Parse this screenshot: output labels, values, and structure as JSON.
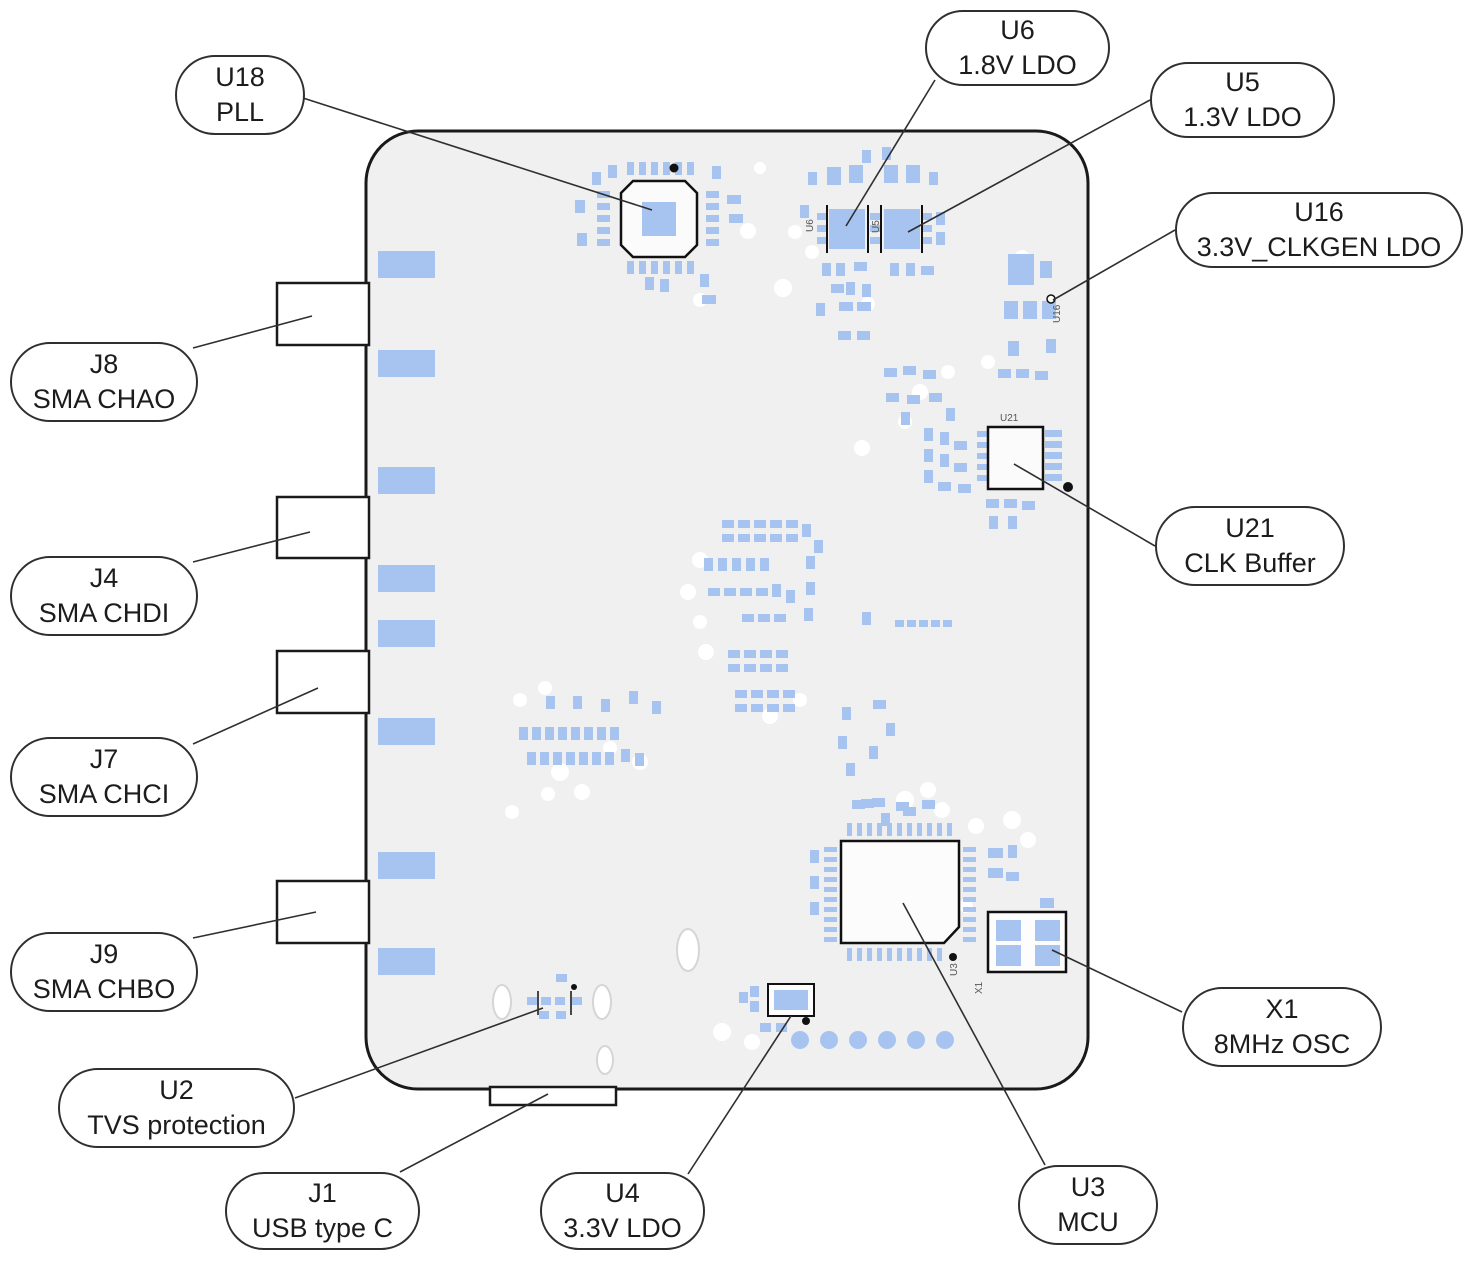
{
  "figure": {
    "type": "annotated-pcb-component-diagram"
  },
  "colors": {
    "board_fill": "#f0f0f1",
    "outline": "#1a1a1a",
    "pad_blue": "#a6c4ef",
    "callout_border": "#2f2f2f",
    "text": "#1c1c1c"
  },
  "callouts": [
    {
      "id": "u18",
      "line1": "U18",
      "line2": "PLL"
    },
    {
      "id": "u6",
      "line1": "U6",
      "line2": "1.8V LDO"
    },
    {
      "id": "u5",
      "line1": "U5",
      "line2": "1.3V LDO"
    },
    {
      "id": "u16",
      "line1": "U16",
      "line2": "3.3V_CLKGEN LDO"
    },
    {
      "id": "j8",
      "line1": "J8",
      "line2": "SMA CHAO"
    },
    {
      "id": "j4",
      "line1": "J4",
      "line2": "SMA CHDI"
    },
    {
      "id": "u21",
      "line1": "U21",
      "line2": "CLK Buffer"
    },
    {
      "id": "j7",
      "line1": "J7",
      "line2": "SMA CHCI"
    },
    {
      "id": "j9",
      "line1": "J9",
      "line2": "SMA CHBO"
    },
    {
      "id": "x1",
      "line1": "X1",
      "line2": "8MHz OSC"
    },
    {
      "id": "u2",
      "line1": "U2",
      "line2": "TVS protection"
    },
    {
      "id": "j1",
      "line1": "J1",
      "line2": "USB type C"
    },
    {
      "id": "u4",
      "line1": "U4",
      "line2": "3.3V LDO"
    },
    {
      "id": "u3",
      "line1": "U3",
      "line2": "MCU"
    }
  ],
  "silkscreen": {
    "u21": "U21",
    "u16": "U16",
    "u6": "U6",
    "u5": "U5",
    "u3": "U3",
    "x1": "X1"
  }
}
